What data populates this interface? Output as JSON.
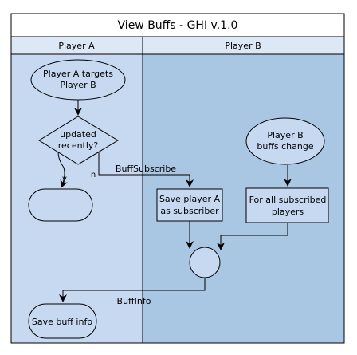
{
  "title": "View Buffs - GHI v.1.0",
  "lanes": [
    {
      "label": "Player A"
    },
    {
      "label": "Player B"
    }
  ],
  "nodes": {
    "start_a": [
      "Player A targets",
      "Player B"
    ],
    "decision": [
      "updated",
      "recently?"
    ],
    "terminal_yes": [],
    "save_subscriber": [
      "Save player A",
      "as subscriber"
    ],
    "start_b": [
      "Player B",
      "buffs change"
    ],
    "for_all": [
      "For all subscribed",
      "players"
    ],
    "merge": [],
    "save_info": [
      "Save buff info"
    ]
  },
  "edge_labels": {
    "yes": "y",
    "no": "n",
    "buff_subscribe": "BuffSubscribe",
    "buff_info": "BuffInfo"
  },
  "colors": {
    "lane_a_fill": "#c6d9f0",
    "lane_b_fill": "#a9c6e2",
    "header_fill": "#dce8f5",
    "node_fill": "#c6d9f0",
    "stroke": "#000000"
  }
}
